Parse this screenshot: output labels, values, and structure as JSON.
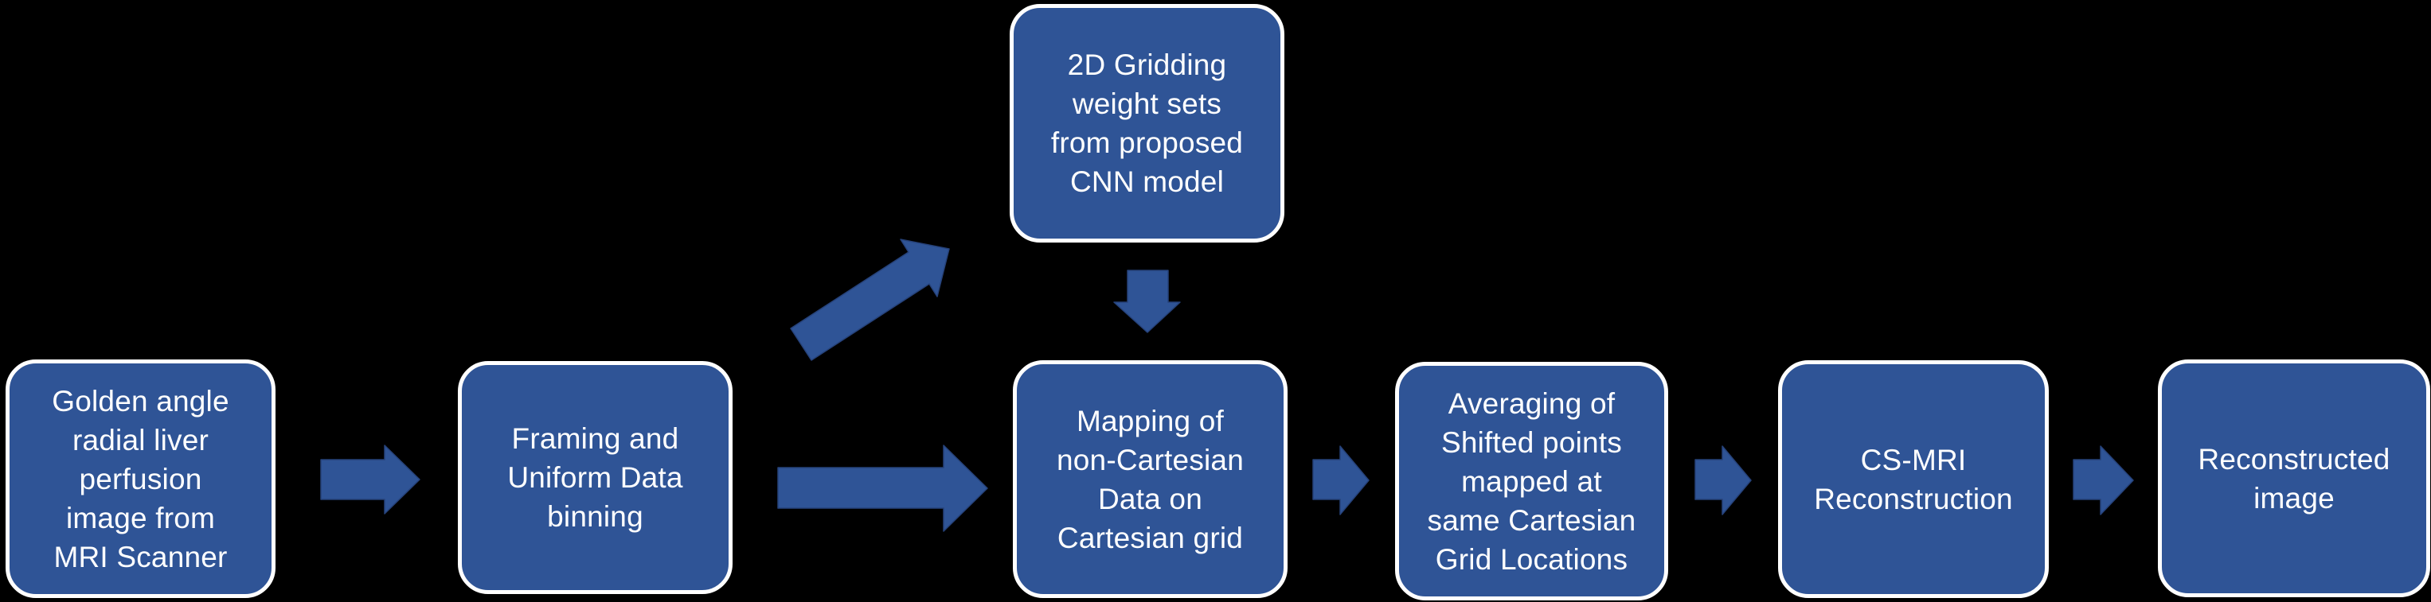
{
  "colors": {
    "background": "#000000",
    "box_fill": "#2F5496",
    "box_border": "#FFFFFF",
    "box_text": "#FFFFFF",
    "arrow_fill": "#2F5496",
    "arrow_edge": "#26427A"
  },
  "flowchart": {
    "boxes": [
      {
        "id": "mri-input",
        "label": "Golden angle\nradial liver\nperfusion\nimage from\nMRI Scanner"
      },
      {
        "id": "framing",
        "label": "Framing and\nUniform Data\nbinning"
      },
      {
        "id": "cnn-weights",
        "label": "2D Gridding\nweight sets\nfrom proposed\nCNN model"
      },
      {
        "id": "mapping",
        "label": "Mapping of\nnon-Cartesian\nData on\nCartesian grid"
      },
      {
        "id": "averaging",
        "label": "Averaging of\nShifted points\nmapped at\nsame Cartesian\nGrid Locations"
      },
      {
        "id": "cs-mri",
        "label": "CS-MRI\nReconstruction"
      },
      {
        "id": "reconstructed",
        "label": "Reconstructed\nimage"
      }
    ]
  }
}
